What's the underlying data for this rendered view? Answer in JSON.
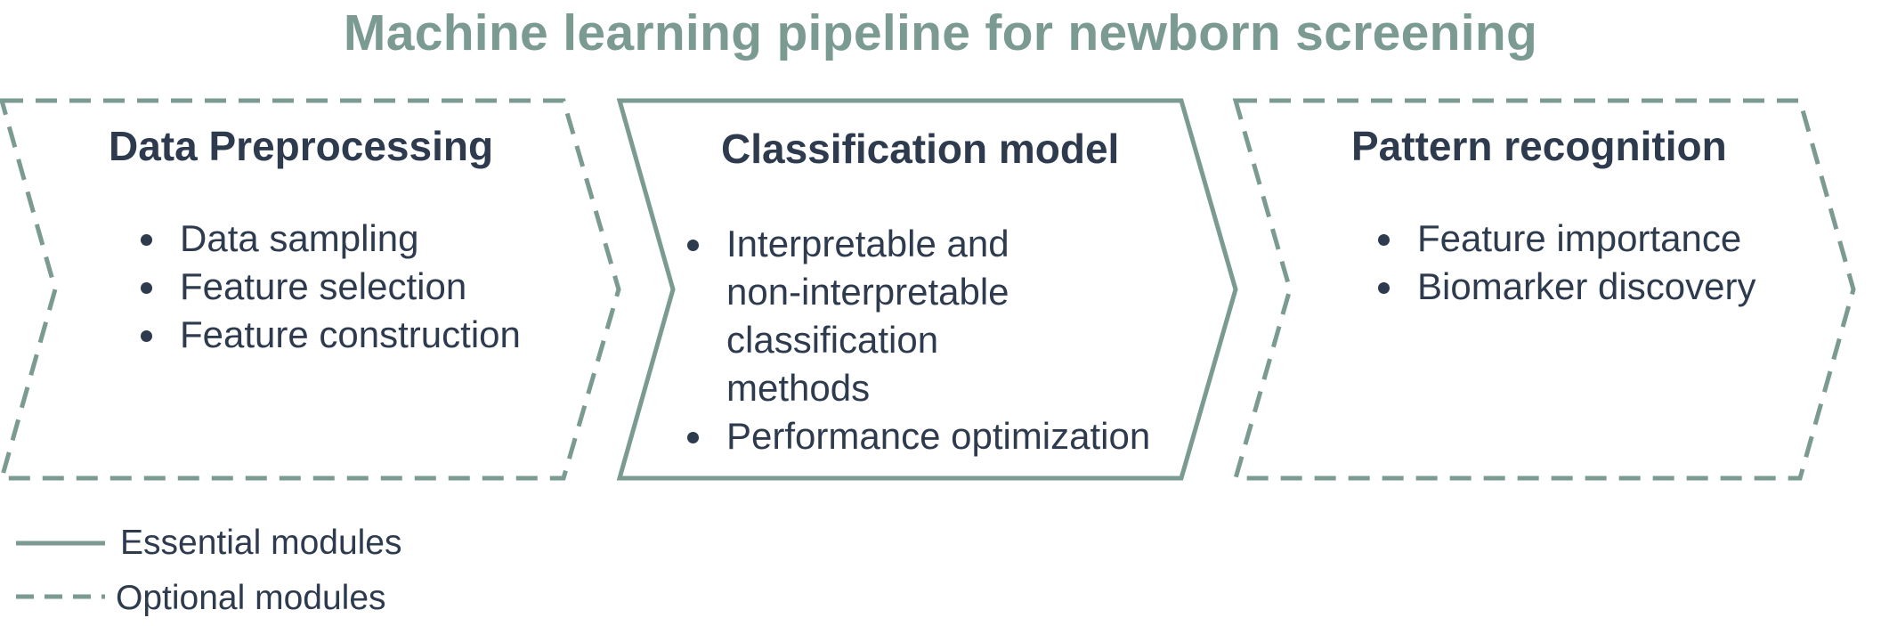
{
  "title": "Machine learning pipeline for newborn screening",
  "colors": {
    "accent": "#7a9a92",
    "text": "#2e3b4e"
  },
  "stages": [
    {
      "heading": "Data Preprocessing",
      "style": "dashed",
      "bullets": [
        "Data sampling",
        "Feature selection",
        "Feature construction"
      ]
    },
    {
      "heading": "Classification model",
      "style": "solid",
      "bullets": [
        "Interpretable and non-interpretable classification methods",
        "Performance optimization"
      ]
    },
    {
      "heading": "Pattern recognition",
      "style": "dashed",
      "bullets": [
        "Feature importance",
        "Biomarker discovery"
      ]
    }
  ],
  "legend": {
    "essential": "Essential modules",
    "optional": "Optional modules"
  }
}
